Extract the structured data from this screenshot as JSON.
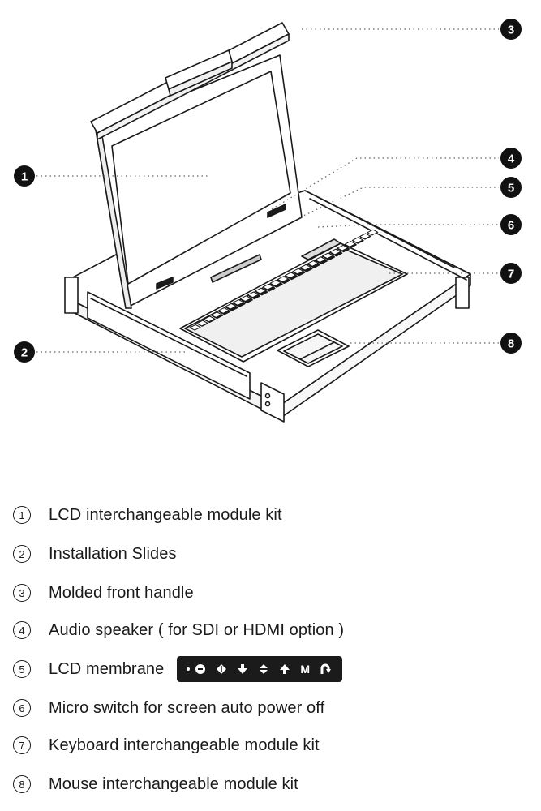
{
  "callouts": [
    {
      "num": "1"
    },
    {
      "num": "2"
    },
    {
      "num": "3"
    },
    {
      "num": "4"
    },
    {
      "num": "5"
    },
    {
      "num": "6"
    },
    {
      "num": "7"
    },
    {
      "num": "8"
    }
  ],
  "legend": [
    {
      "num": "1",
      "label": "LCD interchangeable module kit"
    },
    {
      "num": "2",
      "label": "Installation Slides"
    },
    {
      "num": "3",
      "label": "Molded front handle"
    },
    {
      "num": "4",
      "label": "Audio speaker ( for SDI or HDMI option )"
    },
    {
      "num": "5",
      "label": "LCD membrane"
    },
    {
      "num": "6",
      "label": "Micro switch for screen auto power off"
    },
    {
      "num": "7",
      "label": "Keyboard interchangeable module kit"
    },
    {
      "num": "8",
      "label": "Mouse interchangeable module kit"
    }
  ],
  "membrane_buttons": [
    {
      "icon": "power-icon"
    },
    {
      "icon": "left-right-arrow-icon"
    },
    {
      "icon": "down-arrow-icon"
    },
    {
      "icon": "up-down-arrow-icon"
    },
    {
      "icon": "up-arrow-icon"
    },
    {
      "icon": "menu-key",
      "label": "M"
    },
    {
      "icon": "return-arrow-icon"
    }
  ],
  "colors": {
    "ink": "#1a1a1a",
    "membrane_bg": "#1b1b1b"
  }
}
